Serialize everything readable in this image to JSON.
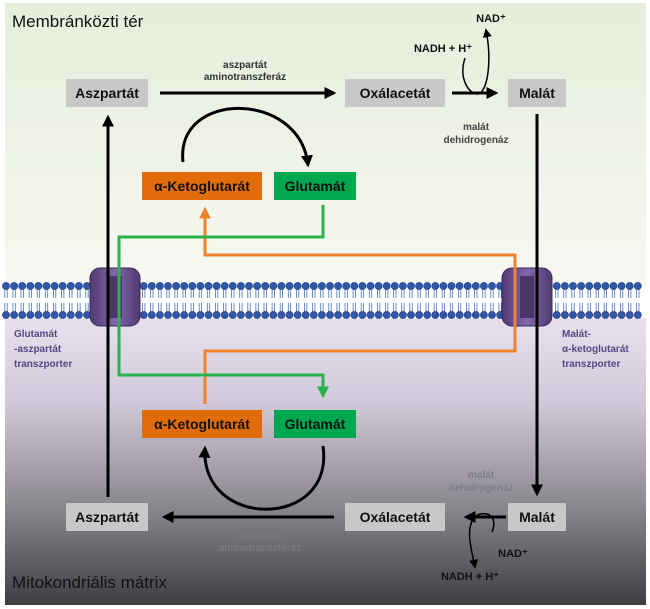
{
  "regions": {
    "top": "Membránközti tér",
    "bottom": "Mitokondriális mátrix"
  },
  "top_boxes": {
    "aspartate": "Aszpartát",
    "oxaloacetate": "Oxálacetát",
    "malate": "Malát",
    "ketoglutarate": "α-Ketoglutarát",
    "glutamate": "Glutamát"
  },
  "bottom_boxes": {
    "aspartate": "Aszpartát",
    "oxaloacetate": "Oxálacetát",
    "malate": "Malát",
    "ketoglutarate": "α-Ketoglutarát",
    "glutamate": "Glutamát"
  },
  "enzymes": {
    "top_aminotransferase": [
      "aszpartát",
      "aminotranszferáz"
    ],
    "bottom_aminotransferase": [
      "aszpartát",
      "aminotranszferáz"
    ],
    "top_mdh": [
      "malát",
      "dehidrogenáz"
    ],
    "bottom_mdh": [
      "malát",
      "dehidrogenáz"
    ]
  },
  "cofactors": {
    "top_nad": "NAD⁺",
    "top_nadh": "NADH + H⁺",
    "bottom_nad": "NAD⁺",
    "bottom_nadh": "NADH + H⁺"
  },
  "transporters": {
    "left": [
      "Glutamát",
      "-aszpartát",
      "transzporter"
    ],
    "right": [
      "Malát-",
      "α-ketoglutarát",
      "transzporter"
    ]
  },
  "colors": {
    "box_gray": "#c8c8c8",
    "box_orange": "#e36c0a",
    "box_green": "#00a650",
    "line_orange": "#f0822e",
    "line_green": "#2bb24c",
    "transporter": "#6a4f8f",
    "transporter_label": "#5b4483"
  }
}
